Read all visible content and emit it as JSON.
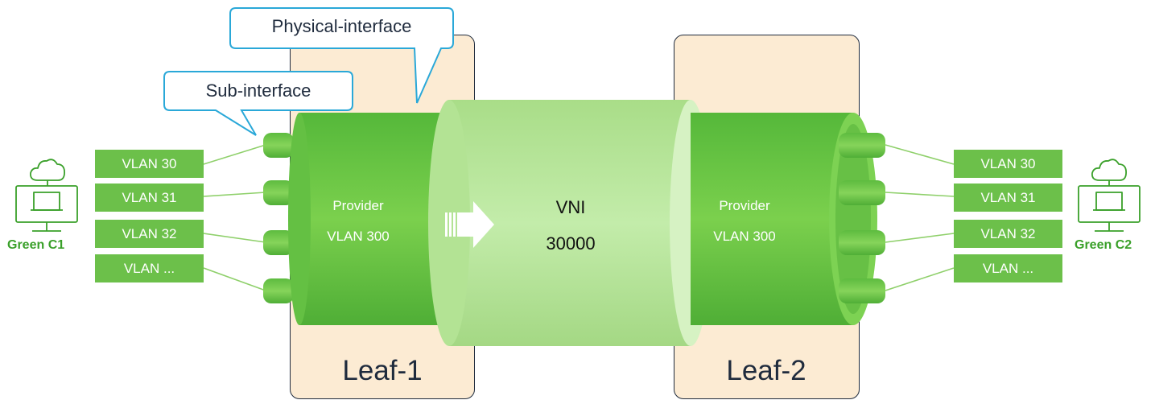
{
  "callouts": {
    "physical": "Physical-interface",
    "sub": "Sub-interface"
  },
  "left_vlans": [
    "VLAN 30",
    "VLAN 31",
    "VLAN 32",
    "VLAN ..."
  ],
  "right_vlans": [
    "VLAN 30",
    "VLAN 31",
    "VLAN 32",
    "VLAN ..."
  ],
  "clients": {
    "left": "Green C1",
    "right": "Green C2"
  },
  "provider_left": {
    "title": "Provider",
    "vlan": "VLAN 300"
  },
  "provider_right": {
    "title": "Provider",
    "vlan": "VLAN 300"
  },
  "vni": {
    "title": "VNI",
    "id": "30000"
  },
  "leafs": {
    "left": "Leaf-1",
    "right": "Leaf-2"
  },
  "icons": {
    "client": "cloud-computer-icon",
    "arrow": "right-arrow-icon"
  },
  "colors": {
    "leaf_fill": "#fcebd3",
    "vlan_green": "#6cc04a",
    "provider_green": "#5cba3c",
    "vni_light_green": "#b9e59a",
    "callout_border": "#2aa8d8",
    "client_green": "#3aa02a"
  }
}
